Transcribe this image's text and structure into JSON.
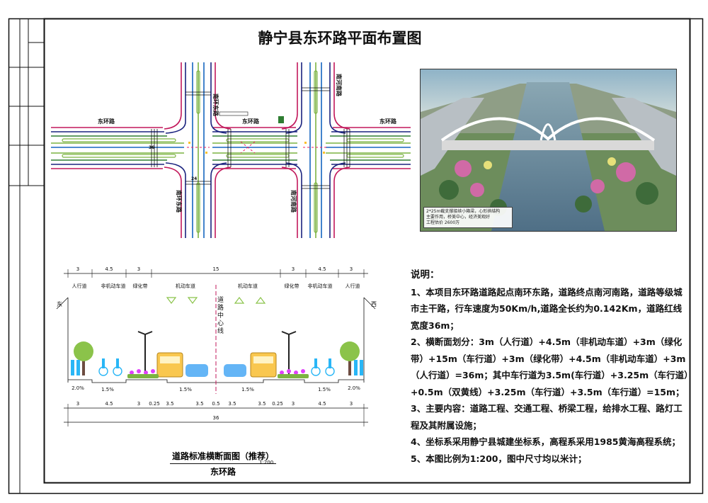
{
  "title": "静宁县东环路平面布置图",
  "plan": {
    "road_east_west_left": "东环路",
    "road_east_west_mid": "东环路",
    "road_east_west_right": "东环路",
    "road_north_left": "南环东路",
    "road_south_left": "南环东路",
    "road_south_right": "南河南路",
    "road_north_right": "南河南路",
    "lane_dim_1": "24",
    "lane_dim_2": "36"
  },
  "render_caption": [
    "2*25m截支撑接续小箱梁，心形拱结构",
    "主要作用，桥美中心，经济美观好",
    "工程估价 2600万"
  ],
  "cross_section": {
    "top_dims": [
      "3",
      "4.5",
      "3",
      "15",
      "3",
      "4.5",
      "3"
    ],
    "zone_labels": [
      "人行道",
      "非机动车道",
      "绿化带",
      "机动车道",
      "机动车道",
      "绿化带",
      "非机动车道",
      "人行道"
    ],
    "center_label": "道路中心线",
    "side_left": "东",
    "side_right": "西",
    "slopes": [
      "2.0%",
      "1.5%",
      "1.5%",
      "1.5%",
      "1.5%",
      "2.0%"
    ],
    "bottom_dims": [
      "3",
      "4.5",
      "3",
      "0.25",
      "3.5",
      "3.5",
      "0.5",
      "3.5",
      "3.5",
      "0.25",
      "3",
      "4.5",
      "3"
    ],
    "total": "36",
    "title_line1": "道路标准横断面图（推荐）",
    "title_line2": "东环路",
    "scale": "1:200"
  },
  "notes": {
    "heading": "说明：",
    "items": [
      "1、本项目东环路道路起点南环东路，道路终点南河南路，道路等级城市主干路，行车速度为50Km/h,道路全长约为0.142Km，道路红线宽度36m；",
      "2、横断面划分：3m（人行道）+4.5m（非机动车道）+3m（绿化带）+15m（车行道）+3m（绿化带）+4.5m（非机动车道）+3m（人行道）=36m；其中车行道为3.5m(车行道）+3.25m（车行道）+0.5m（双黄线）+3.25m（车行道）+3.5m（车行道）=15m；",
      "3、主要内容：道路工程、交通工程、桥梁工程，给排水工程、路灯工程及其附属设施；",
      "4、坐标系采用静宁县城建坐标系，高程系采用1985黄海高程系统；",
      "5、本图比例为1:200，图中尺寸均以米计；"
    ]
  }
}
